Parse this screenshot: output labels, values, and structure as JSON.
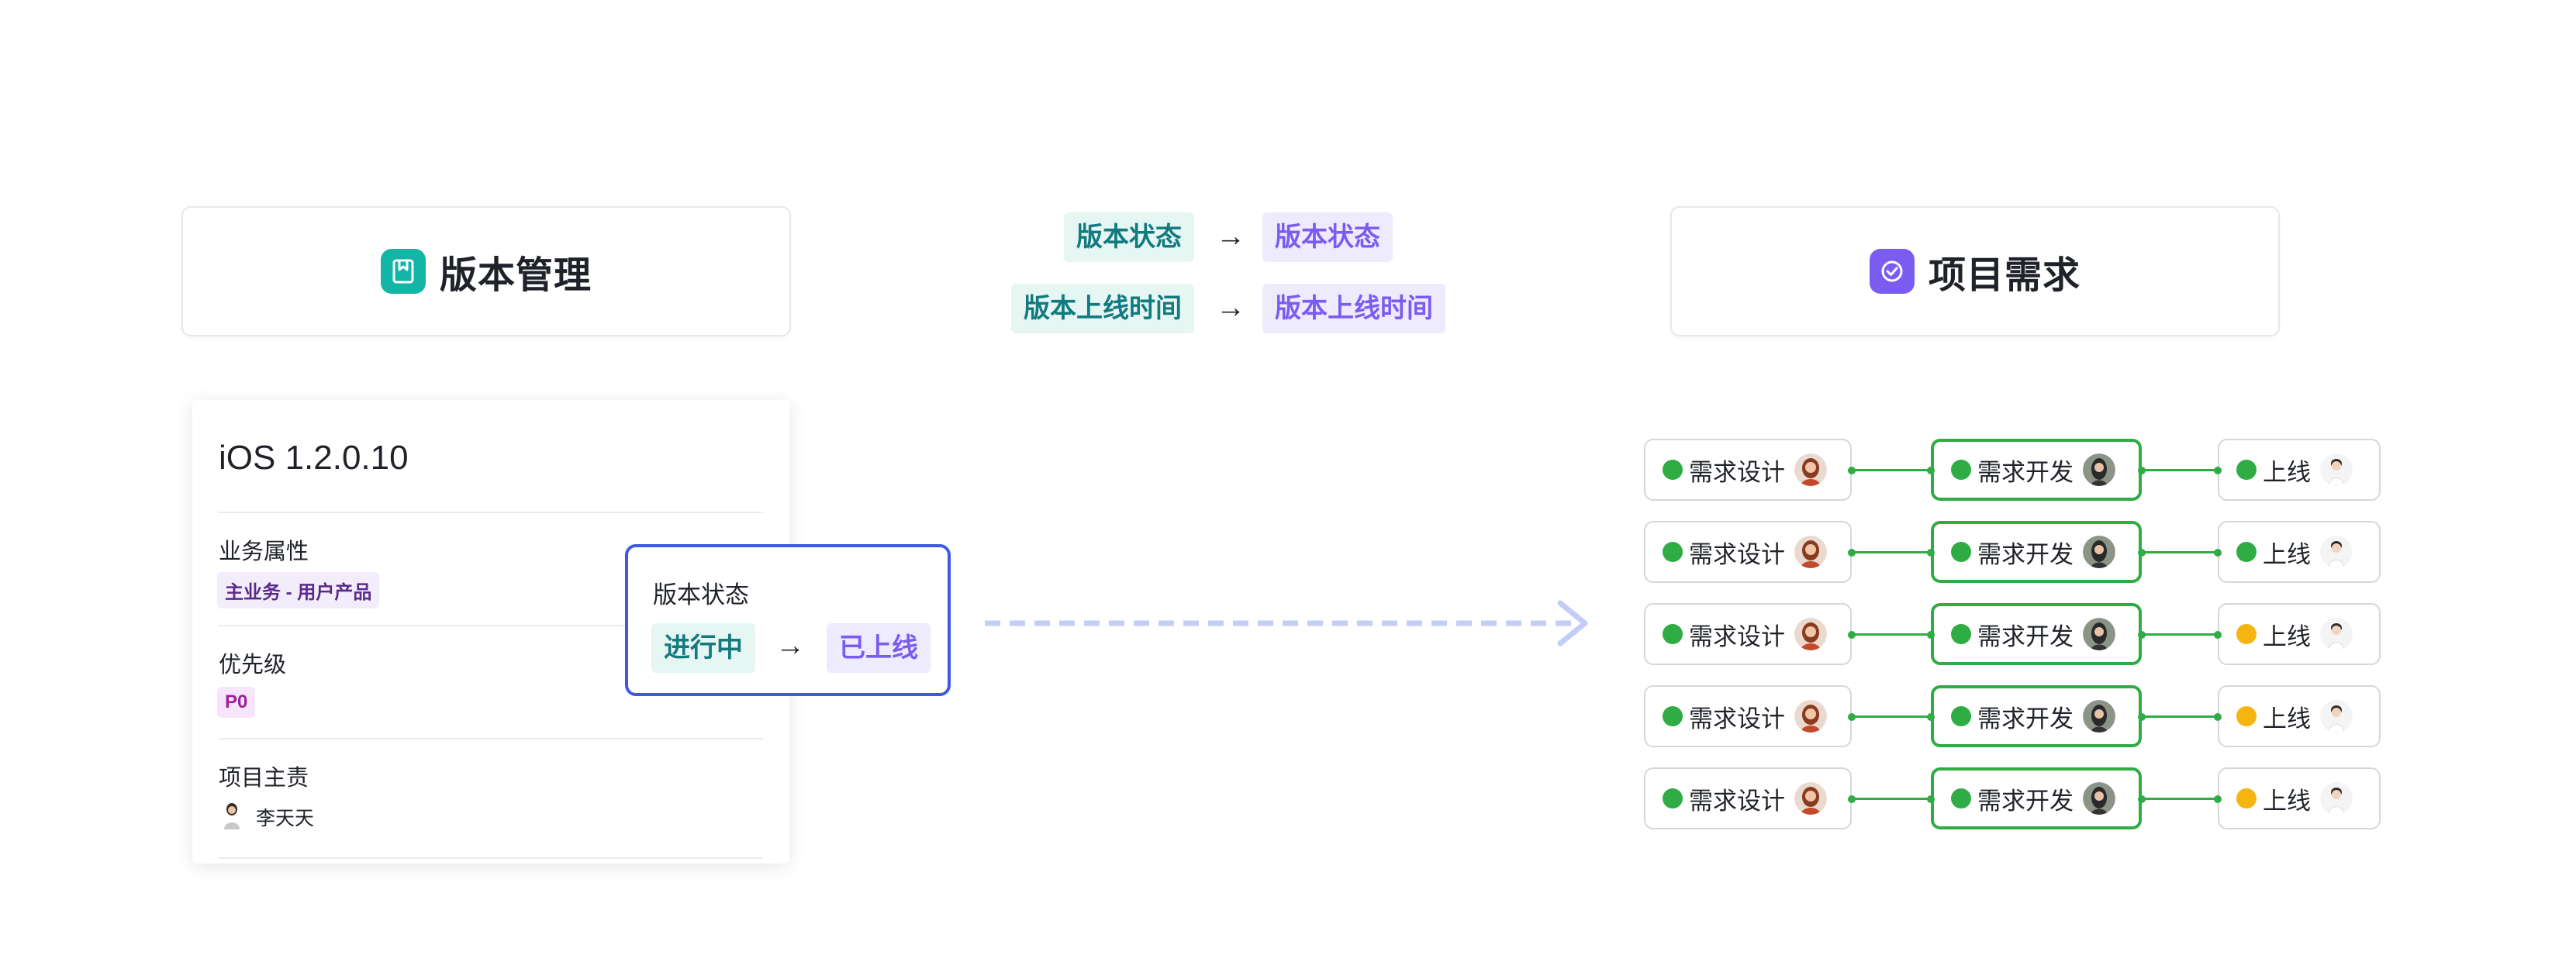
{
  "left_header": {
    "title": "版本管理",
    "icon": "document-icon",
    "color": "#13b5a6"
  },
  "right_header": {
    "title": "项目需求",
    "icon": "check-circle-icon",
    "color": "#7b5cf0"
  },
  "field_mapping": [
    {
      "source": "版本状态",
      "target": "版本状态"
    },
    {
      "source": "版本上线时间",
      "target": "版本上线时间"
    }
  ],
  "version_card": {
    "title": "iOS 1.2.0.10",
    "fields": [
      {
        "label": "业务属性",
        "tag": "主业务 - 用户产品"
      },
      {
        "label": "优先级",
        "tag": "P0"
      },
      {
        "label": "项目主责",
        "person": "李天天"
      }
    ]
  },
  "status_popup": {
    "title": "版本状态",
    "from": "进行中",
    "to": "已上线"
  },
  "flow_rows": [
    {
      "stages": [
        {
          "label": "需求设计",
          "status": "done"
        },
        {
          "label": "需求开发",
          "status": "done"
        },
        {
          "label": "上线",
          "status": "done"
        }
      ]
    },
    {
      "stages": [
        {
          "label": "需求设计",
          "status": "done"
        },
        {
          "label": "需求开发",
          "status": "done"
        },
        {
          "label": "上线",
          "status": "done"
        }
      ]
    },
    {
      "stages": [
        {
          "label": "需求设计",
          "status": "done"
        },
        {
          "label": "需求开发",
          "status": "done"
        },
        {
          "label": "上线",
          "status": "pending"
        }
      ]
    },
    {
      "stages": [
        {
          "label": "需求设计",
          "status": "done"
        },
        {
          "label": "需求开发",
          "status": "done"
        },
        {
          "label": "上线",
          "status": "pending"
        }
      ]
    },
    {
      "stages": [
        {
          "label": "需求设计",
          "status": "done"
        },
        {
          "label": "需求开发",
          "status": "done"
        },
        {
          "label": "上线",
          "status": "pending"
        }
      ]
    }
  ],
  "colors": {
    "done": "#2fad44",
    "pending": "#f5b40f",
    "arrow": "#c3cdf5",
    "popup_border": "#3d5ae6"
  }
}
